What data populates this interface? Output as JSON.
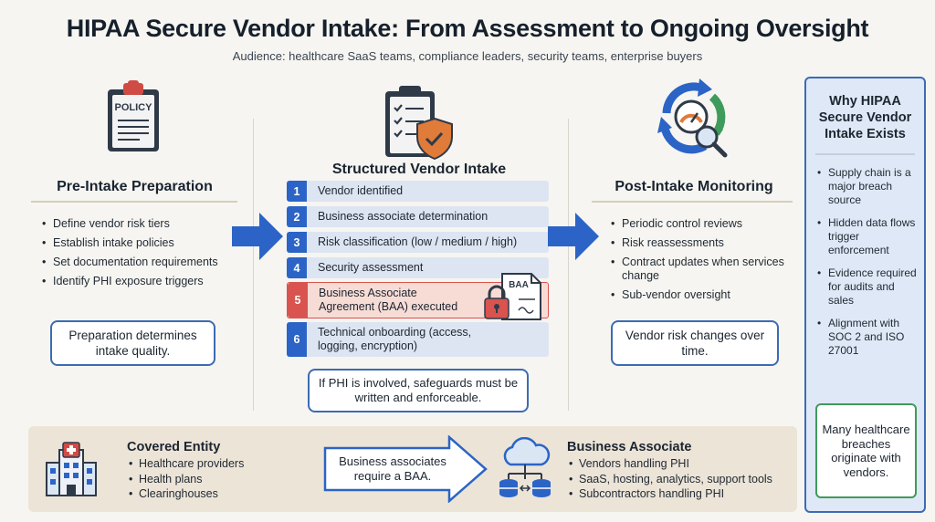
{
  "header": {
    "title": "HIPAA Secure Vendor Intake: From Assessment to Ongoing Oversight",
    "subtitle": "Audience: healthcare SaaS teams, compliance leaders, security teams, enterprise buyers"
  },
  "pre_intake": {
    "icon_label": "POLICY",
    "heading": "Pre-Intake Preparation",
    "items": [
      "Define vendor risk tiers",
      "Establish intake policies",
      "Set documentation requirements",
      "Identify PHI exposure triggers"
    ],
    "callout": "Preparation determines intake quality."
  },
  "intake": {
    "heading": "Structured Vendor Intake",
    "steps": [
      {
        "num": "1",
        "label": "Vendor identified"
      },
      {
        "num": "2",
        "label": "Business associate determination"
      },
      {
        "num": "3",
        "label": "Risk classification (low / medium / high)"
      },
      {
        "num": "4",
        "label": "Security assessment"
      },
      {
        "num": "5",
        "label": "Business Associate Agreement (BAA) executed"
      },
      {
        "num": "6",
        "label": "Technical onboarding (access, logging, encryption)"
      }
    ],
    "baa_icon_label": "BAA",
    "callout": "If PHI is involved, safeguards must be written and enforceable."
  },
  "post_intake": {
    "heading": "Post-Intake Monitoring",
    "items": [
      "Periodic control reviews",
      "Risk reassessments",
      "Contract updates when services change",
      "Sub-vendor oversight"
    ],
    "callout": "Vendor risk changes over time."
  },
  "sidebar": {
    "heading": "Why HIPAA Secure Vendor Intake Exists",
    "items": [
      "Supply chain is a major breach source",
      "Hidden data flows trigger enforcement",
      "Evidence required for audits and sales",
      "Alignment with SOC 2 and ISO 27001"
    ],
    "highlight": "Many healthcare breaches originate with vendors."
  },
  "bottom": {
    "covered_entity": {
      "heading": "Covered Entity",
      "items": [
        "Healthcare providers",
        "Health plans",
        "Clearinghouses"
      ]
    },
    "arrow_text": "Business associates require a BAA.",
    "business_associate": {
      "heading": "Business Associate",
      "items": [
        "Vendors handling PHI",
        "SaaS, hosting, analytics, support tools",
        "Subcontractors handling PHI"
      ]
    }
  },
  "colors": {
    "accent_blue": "#2b64c6",
    "warning_red": "#d9534f",
    "ok_green": "#3e9b5b",
    "shield_orange": "#e07b39"
  }
}
